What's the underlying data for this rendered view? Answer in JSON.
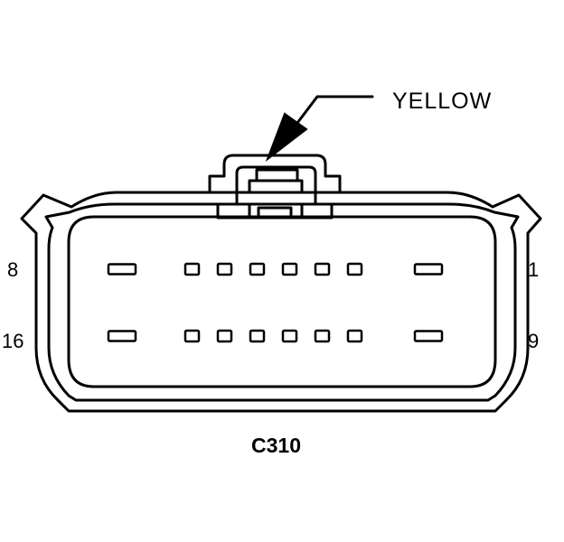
{
  "callout": {
    "color_label": "YELLOW"
  },
  "pins": {
    "top_left": "8",
    "top_right": "1",
    "bottom_left": "16",
    "bottom_right": "9"
  },
  "connector": {
    "id": "C310",
    "terminals_per_row": 8,
    "rows": 2
  },
  "colors": {
    "line": "#000000",
    "background": "#ffffff"
  }
}
